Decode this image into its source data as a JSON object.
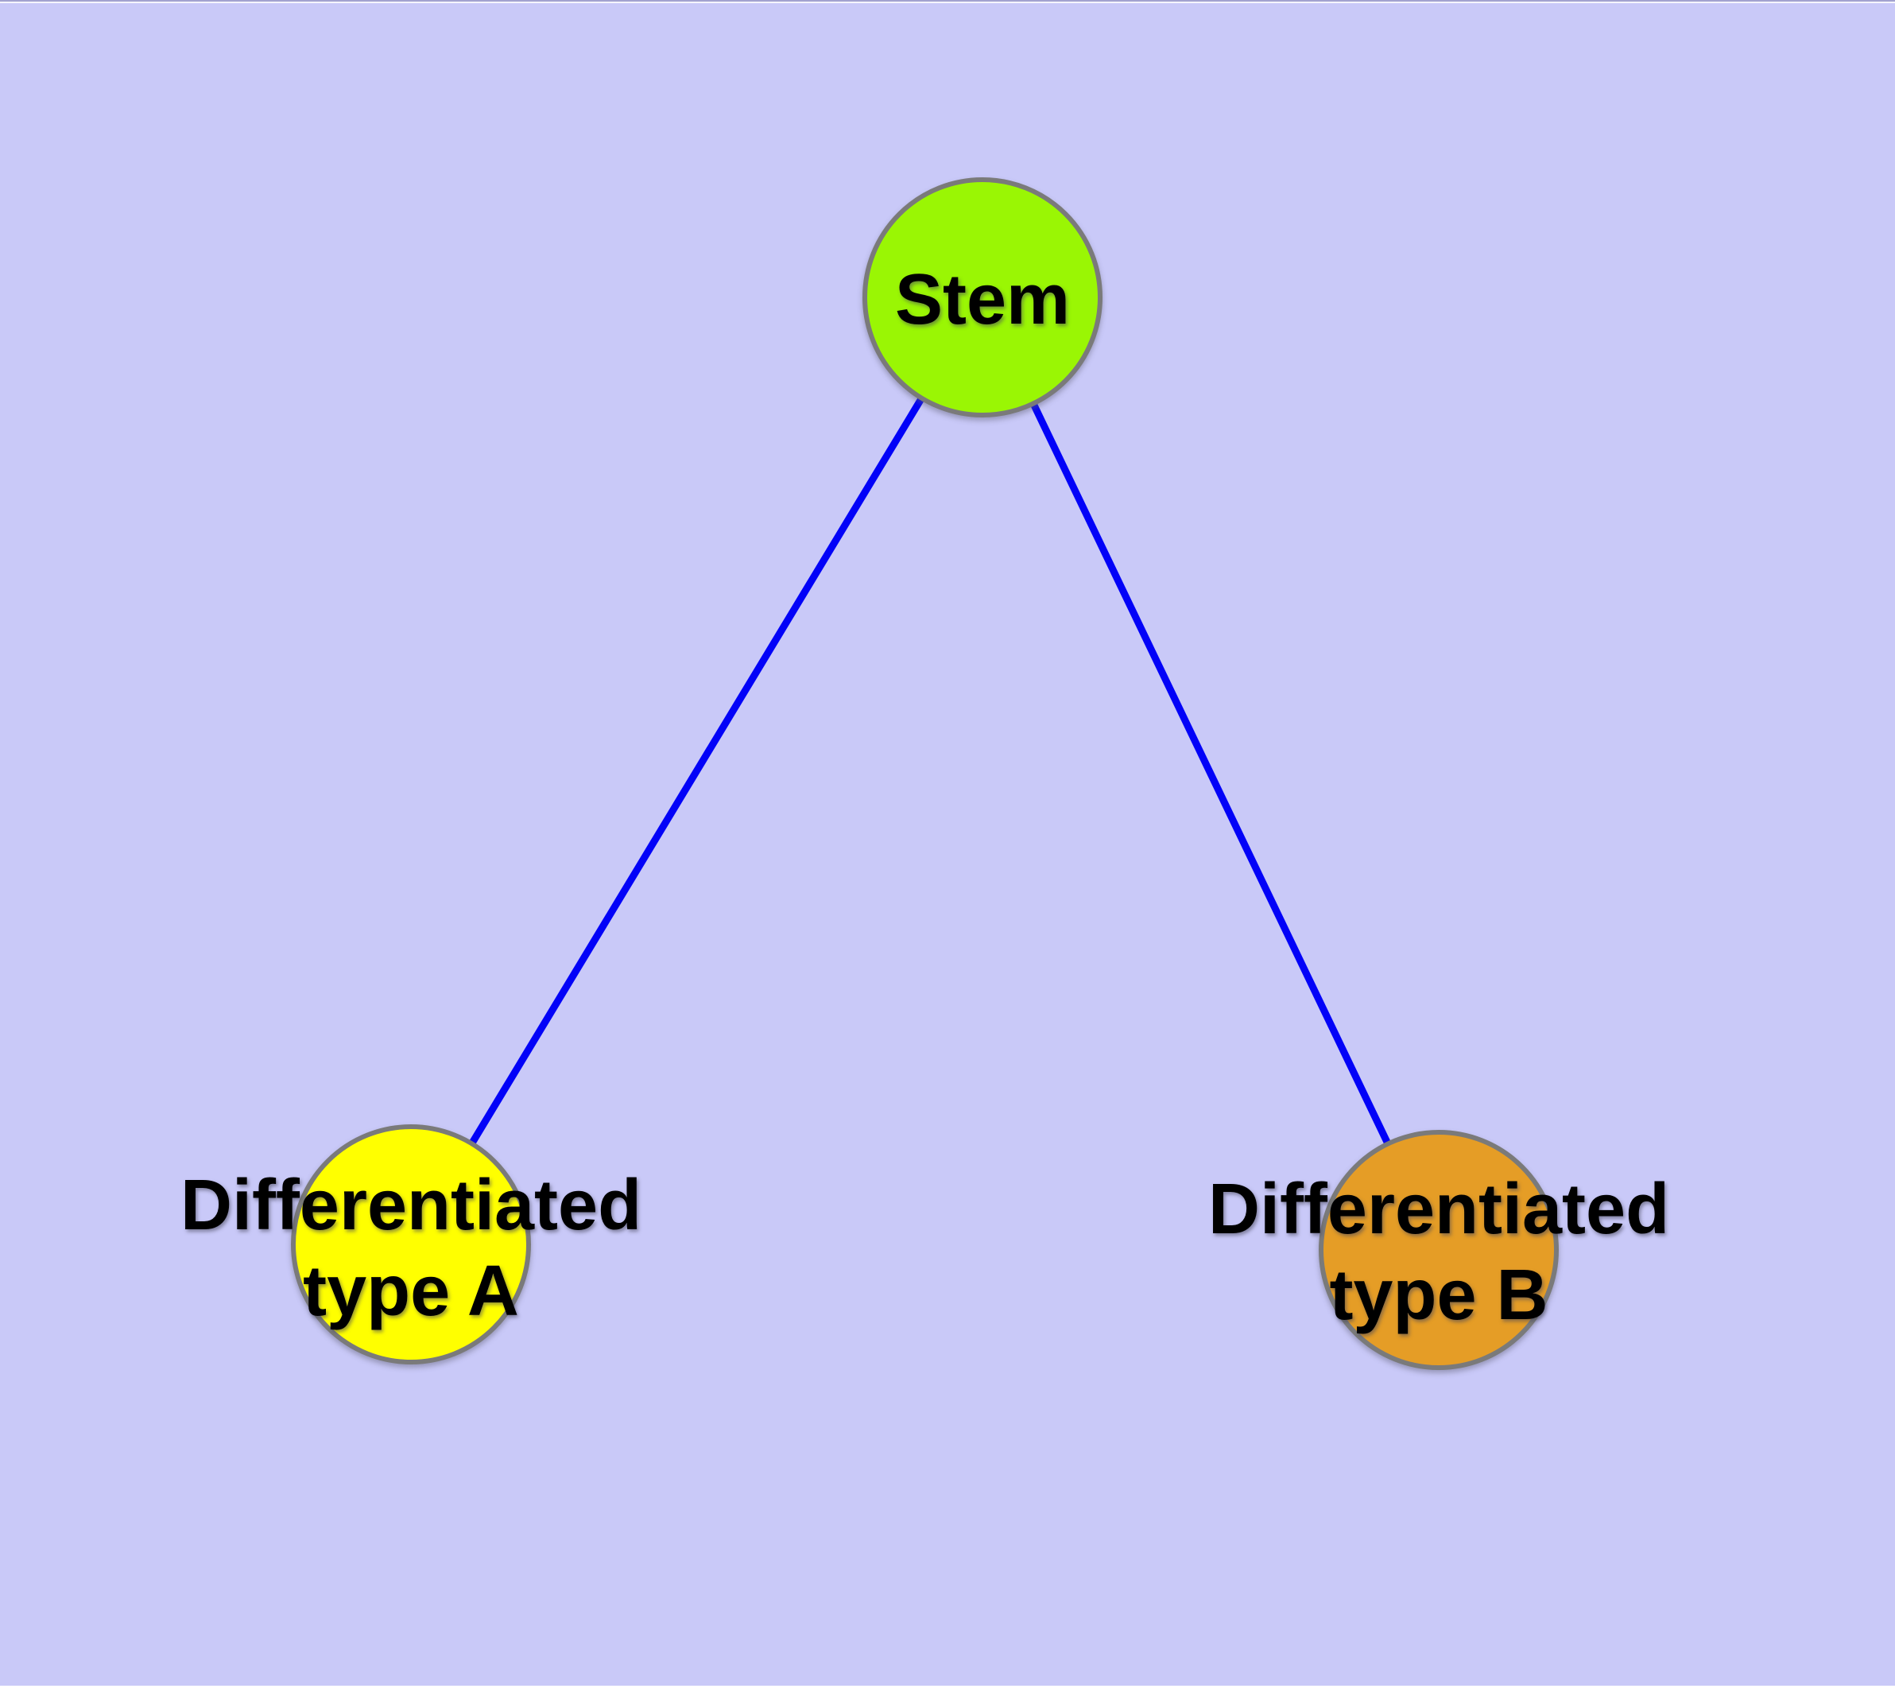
{
  "diagram": {
    "type": "graph",
    "background_color": "#C9C9F8",
    "edge_color": "#0202F8",
    "node_border_color": "#7A7A7A",
    "label_text_color": "#000000",
    "nodes": [
      {
        "id": "stem",
        "label": "Stem",
        "fill": "#9AF604",
        "shape": "circle"
      },
      {
        "id": "type-a",
        "label": "Differentiated\ntype A",
        "fill": "#FFFF00",
        "shape": "circle"
      },
      {
        "id": "type-b",
        "label": "Differentiated\ntype B",
        "fill": "#E59D26",
        "shape": "circle"
      }
    ],
    "edges": [
      {
        "from": "stem",
        "to": "type-a"
      },
      {
        "from": "stem",
        "to": "type-b"
      }
    ]
  }
}
